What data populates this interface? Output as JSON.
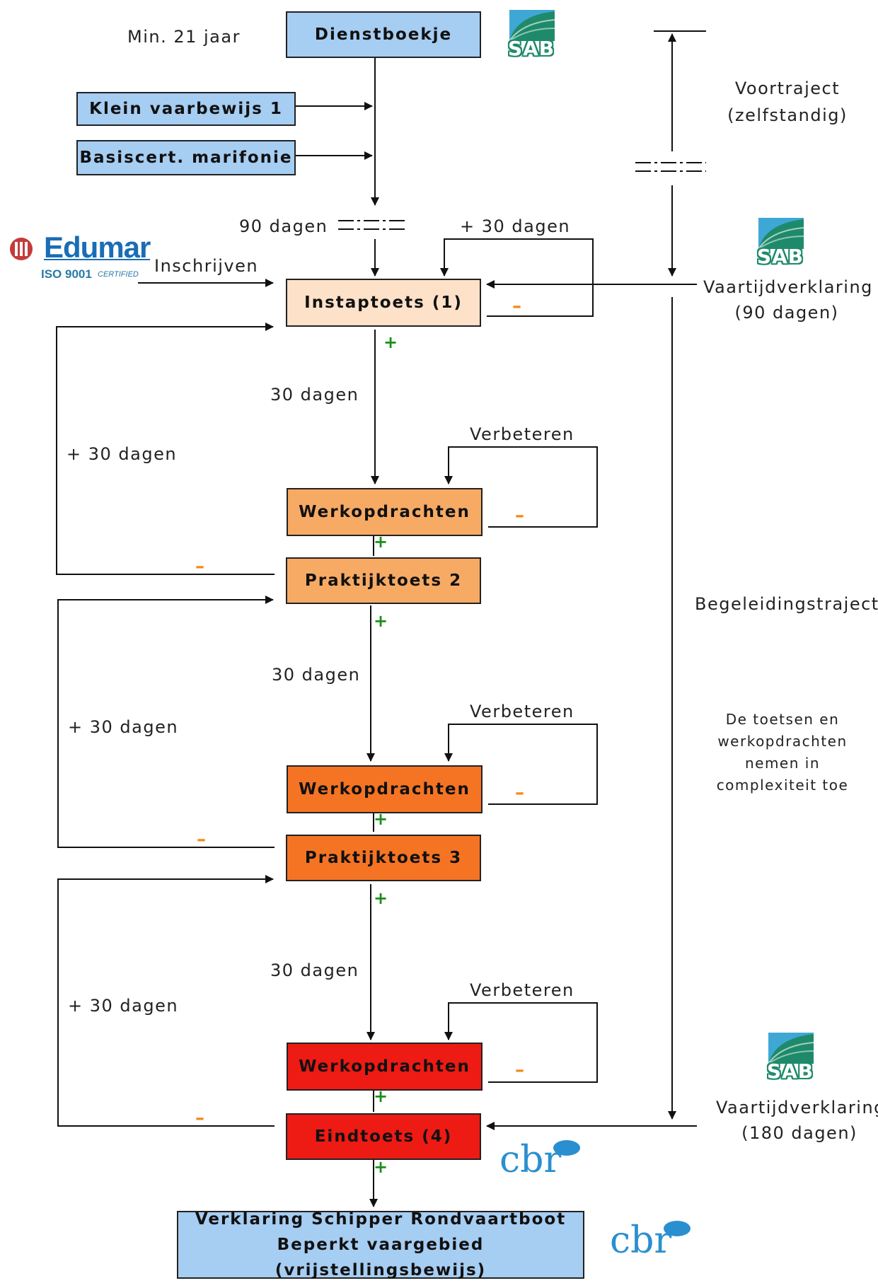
{
  "boxes": {
    "dienstboekje": "Dienstboekje",
    "klein_vaarbewijs": "Klein vaarbewijs 1",
    "marifonie": "Basiscert. marifonie",
    "instaptoets": "Instaptoets (1)",
    "werkopdrachten_1": "Werkopdrachten",
    "praktijktoets_2": "Praktijktoets 2",
    "werkopdrachten_2": "Werkopdrachten",
    "praktijktoets_3": "Praktijktoets 3",
    "werkopdrachten_3": "Werkopdrachten",
    "eindtoets": "Eindtoets (4)",
    "verklaring_line1": "Verklaring Schipper Rondvaartboot",
    "verklaring_line2": "Beperkt vaargebied (vrijstellingsbewijs)"
  },
  "labels": {
    "min_age": "Min.  21 jaar",
    "dagen_90": "90 dagen",
    "plus_30_top": "+ 30 dagen",
    "inschrijven": "Inschrijven",
    "dagen_30_a": "30 dagen",
    "dagen_30_b": "30 dagen",
    "dagen_30_c": "30 dagen",
    "plus_30_left_a": "+ 30 dagen",
    "plus_30_left_b": "+ 30 dagen",
    "plus_30_left_c": "+ 30 dagen",
    "verbeteren_a": "Verbeteren",
    "verbeteren_b": "Verbeteren",
    "verbeteren_c": "Verbeteren",
    "plus_sign": "+",
    "minus_sign": "–"
  },
  "side": {
    "voortraject_line1": "Voortraject",
    "voortraject_line2": "(zelfstandig)",
    "vaartijd_90_line1": "Vaartijdverklaring",
    "vaartijd_90_line2": "(90 dagen)",
    "begeleidingstraject": "Begeleidingstraject",
    "note_line1": "De toetsen en",
    "note_line2": "werkopdrachten",
    "note_line3": "nemen in",
    "note_line4": "complexiteit toe",
    "vaartijd_180_line1": "Vaartijdverklaring",
    "vaartijd_180_line2": "(180 dagen)"
  },
  "logos": {
    "sab": "SAB",
    "cbr": "cbr",
    "edumar_name": "Edumar",
    "edumar_iso": "ISO 9001",
    "edumar_cert": "CERTIFIED"
  },
  "colors": {
    "blue_box": "#a6cdf2",
    "peach_box": "#fde1c8",
    "light_orange_box": "#f7aa64",
    "orange_box": "#f57424",
    "red_box": "#ee1a14",
    "plus_green": "#1a8f1a",
    "minus_orange": "#f08a1c",
    "sab_green": "#1e8a6a",
    "cbr_blue": "#2a8fd0",
    "edumar_blue": "#1a6db5"
  }
}
